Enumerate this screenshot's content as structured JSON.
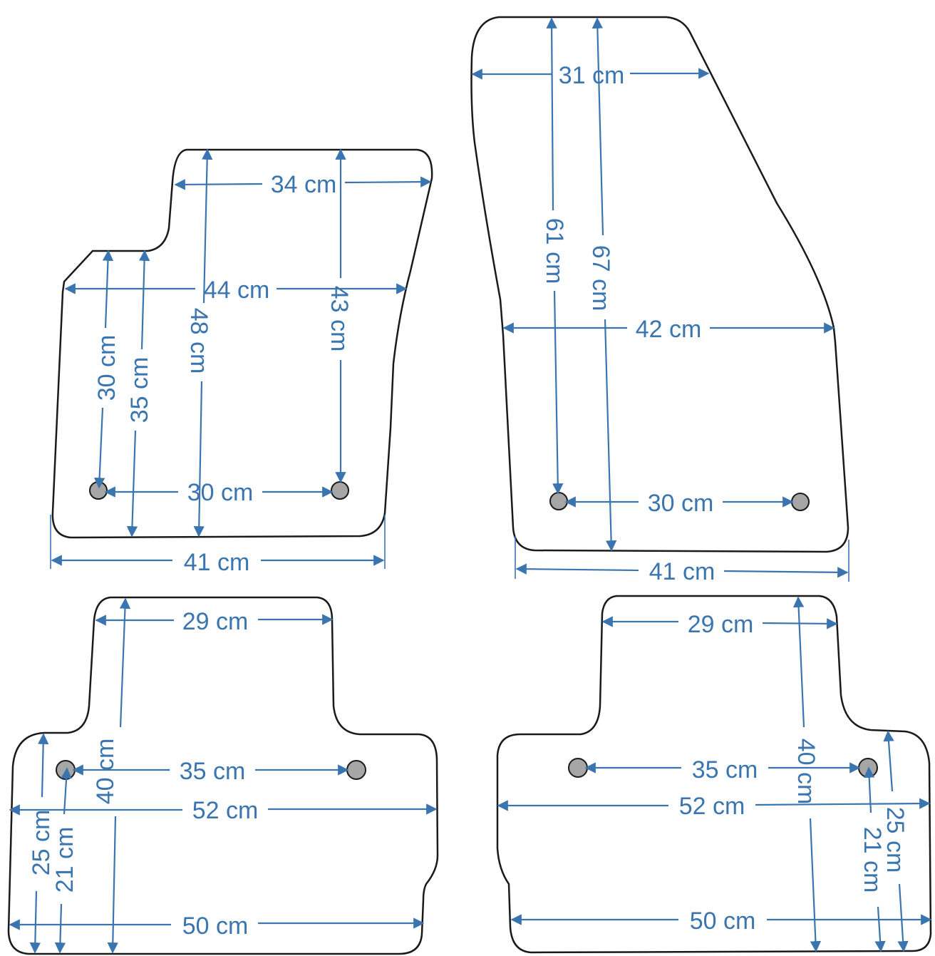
{
  "colors": {
    "dimension": "#3a75b0",
    "outline": "#1a1a1a",
    "clip_fill": "#a6a6a6",
    "background": "#ffffff"
  },
  "mats": {
    "front_left": {
      "top_width": "34 cm",
      "mid_width": "44 cm",
      "bottom_width": "41 cm",
      "clip_spacing": "30 cm",
      "left_clip_height": "30 cm",
      "left_height": "35 cm",
      "total_height": "48 cm",
      "right_clip_height": "43 cm"
    },
    "front_right": {
      "top_width": "31 cm",
      "mid_width": "42 cm",
      "bottom_width": "41 cm",
      "clip_spacing": "30 cm",
      "clip_height": "61 cm",
      "total_height": "67 cm"
    },
    "rear_left": {
      "top_width": "29 cm",
      "clip_spacing": "35 cm",
      "mid_width": "52 cm",
      "bottom_width": "50 cm",
      "tunnel_height": "40 cm",
      "side_height": "25 cm",
      "clip_height": "21 cm"
    },
    "rear_right": {
      "top_width": "29 cm",
      "clip_spacing": "35 cm",
      "mid_width": "52 cm",
      "bottom_width": "50 cm",
      "tunnel_height": "40 cm",
      "side_height": "25 cm",
      "clip_height": "21 cm"
    }
  }
}
